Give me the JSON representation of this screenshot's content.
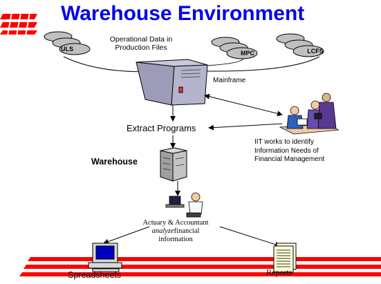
{
  "diagram": {
    "title": "Warehouse Environment",
    "operational_data_label": "Operational Data in Production Files",
    "production_files": [
      "ULS",
      "MPC",
      "LCFS"
    ],
    "mainframe_label": "Mainframe",
    "extract_label": "Extract Programs",
    "warehouse_label": "Warehouse",
    "iit_label": "IIT  works to identify Information Needs of  Financial Management",
    "actuary_line1": "Actuary & Accountant",
    "actuary_line2_a": "analyze",
    "actuary_line2_b": "financial",
    "actuary_line3": "information",
    "spreadsheets_label": "Spreadsheets",
    "reports_label": "Reports"
  },
  "colors": {
    "title": "#0000ee",
    "stripe": "#ff0000",
    "disk": "#c0c0c0",
    "mainframe": "#a8a8c0"
  }
}
